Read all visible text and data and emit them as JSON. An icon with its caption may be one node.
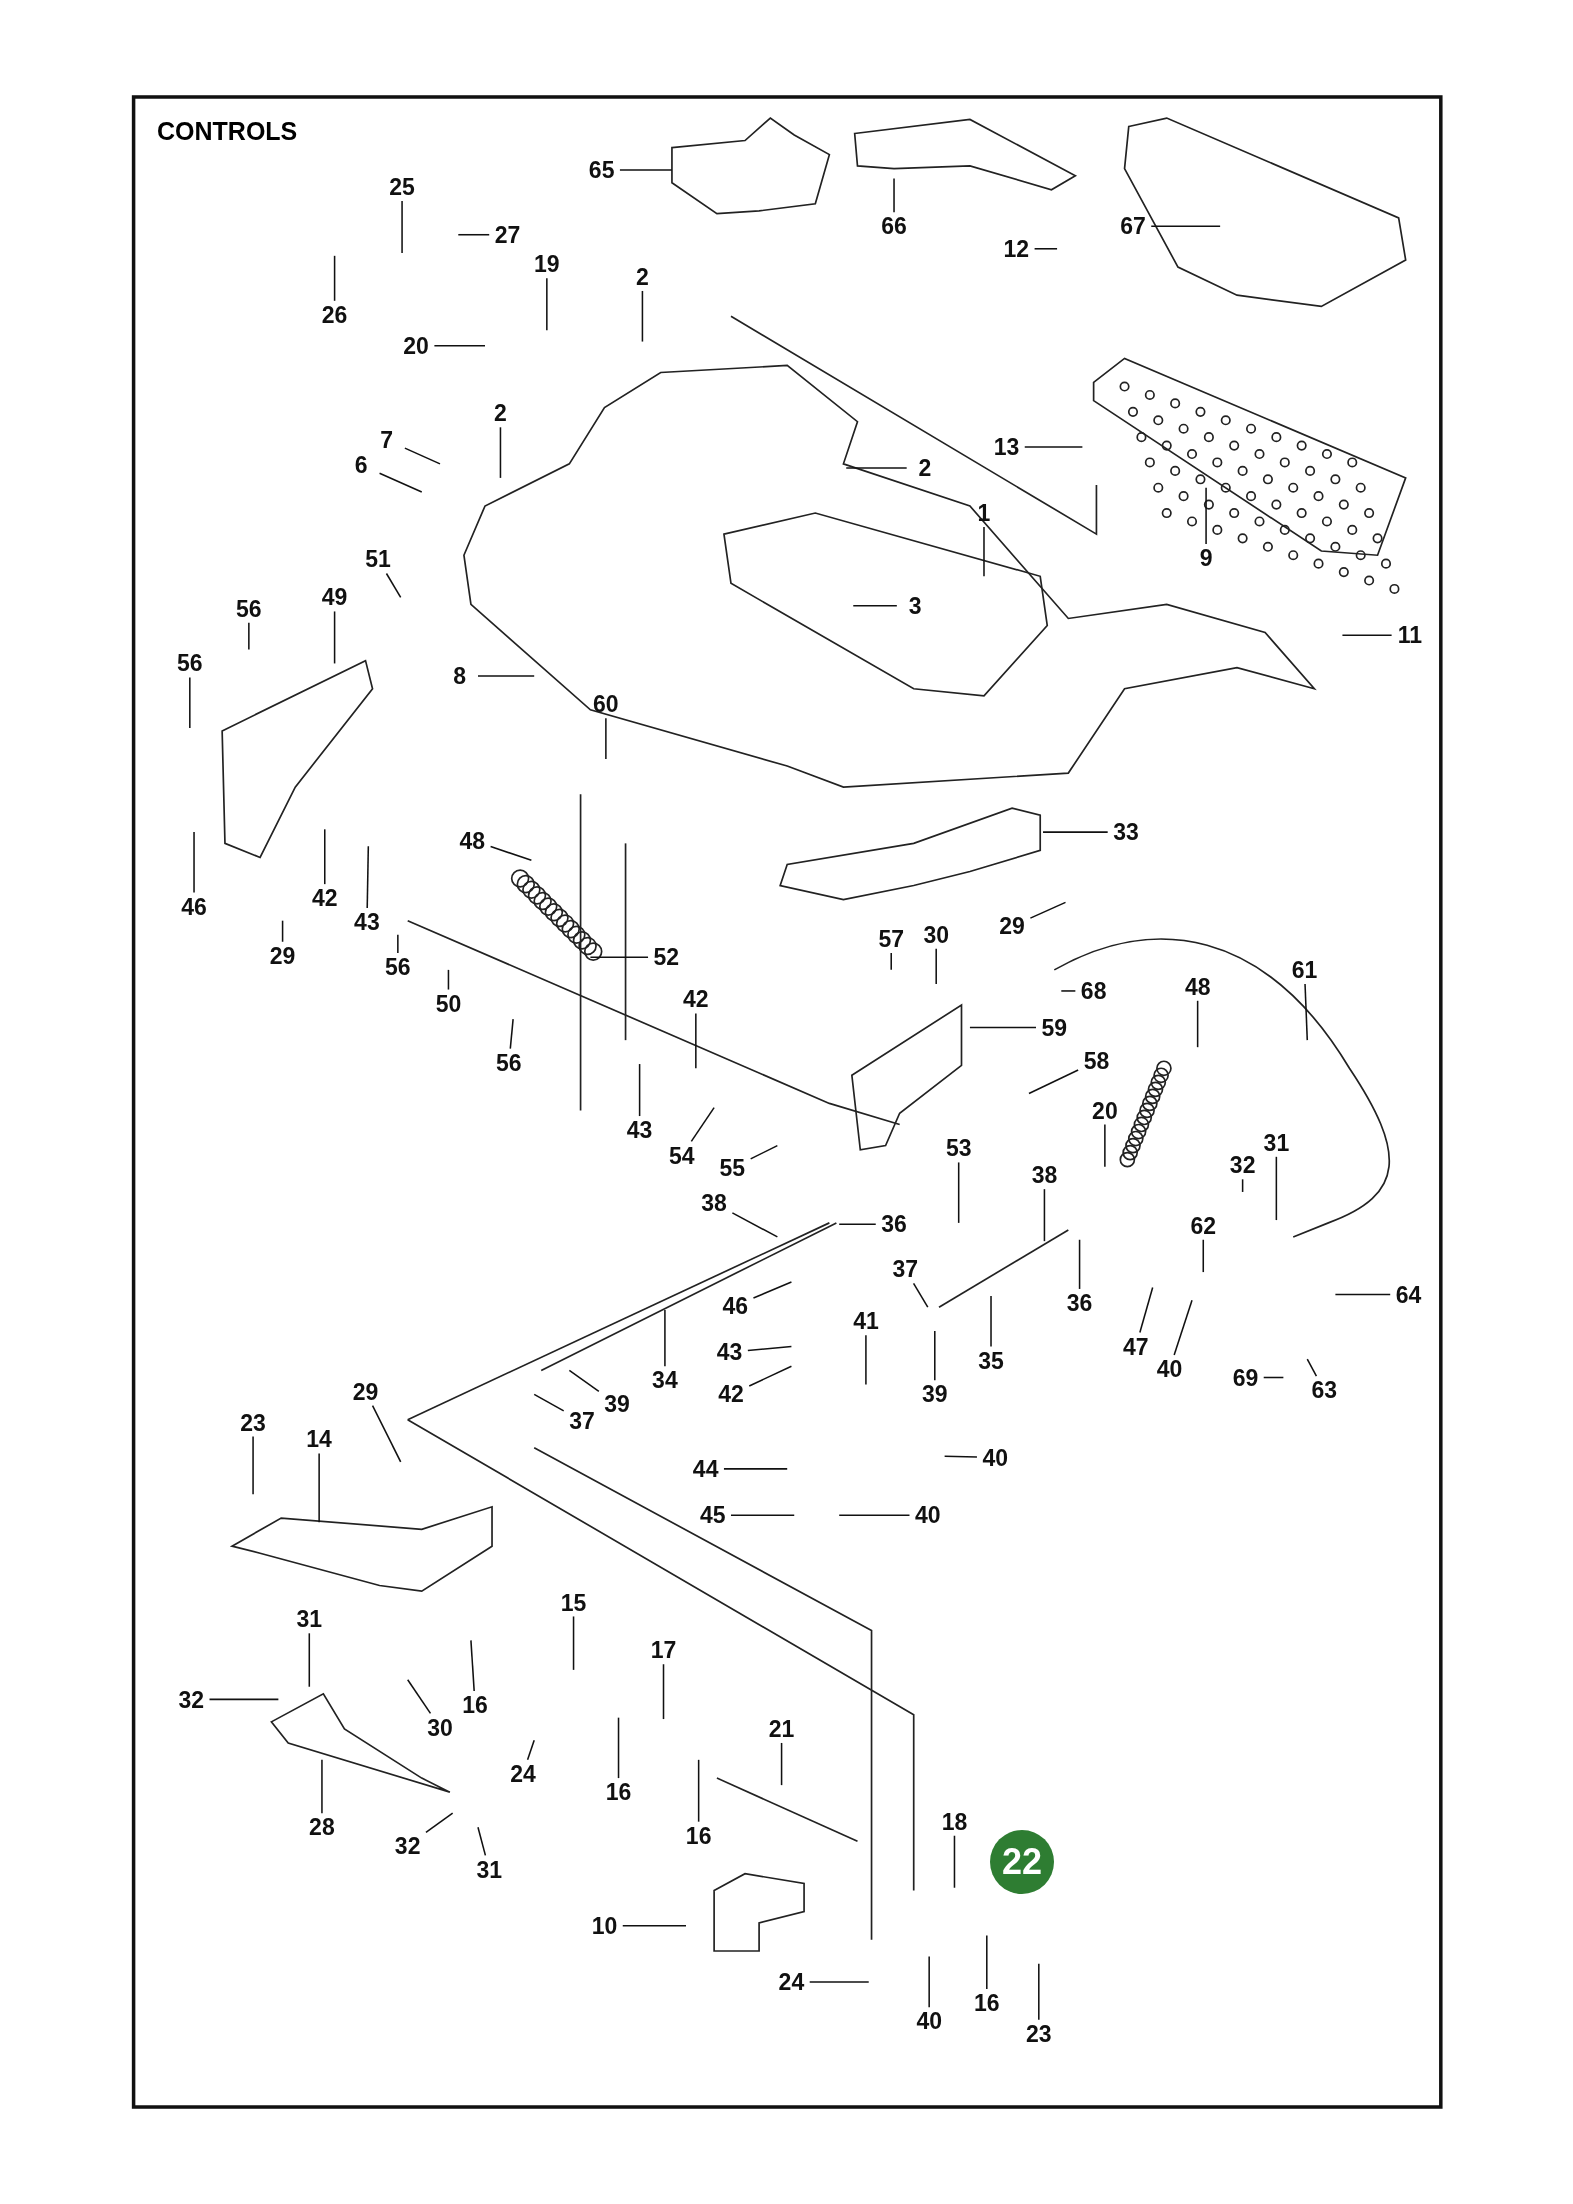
{
  "diagram": {
    "title": "CONTROLS",
    "nodes": [
      {
        "text": [
          "65"
        ]
      },
      {
        "text": [
          "66"
        ]
      },
      {
        "text": [
          "67"
        ]
      },
      {
        "text": [
          "12"
        ]
      },
      {
        "text": [
          "25"
        ]
      },
      {
        "text": [
          "27"
        ]
      },
      {
        "text": [
          "19"
        ]
      },
      {
        "text": [
          "26"
        ]
      },
      {
        "text": [
          "2"
        ]
      },
      {
        "text": [
          "20"
        ]
      },
      {
        "text": [
          "2"
        ]
      },
      {
        "text": [
          "7"
        ]
      },
      {
        "text": [
          "6"
        ]
      },
      {
        "text": [
          "13"
        ]
      },
      {
        "text": [
          "2"
        ]
      },
      {
        "text": [
          "9"
        ]
      },
      {
        "text": [
          "1"
        ]
      },
      {
        "text": [
          "3"
        ]
      },
      {
        "text": [
          "11"
        ]
      },
      {
        "text": [
          "51"
        ]
      },
      {
        "text": [
          "56"
        ]
      },
      {
        "text": [
          "49"
        ]
      },
      {
        "text": [
          "56"
        ]
      },
      {
        "text": [
          "8"
        ]
      },
      {
        "text": [
          "60"
        ]
      },
      {
        "text": [
          "33"
        ]
      },
      {
        "text": [
          "46"
        ]
      },
      {
        "text": [
          "42"
        ]
      },
      {
        "text": [
          "43"
        ]
      },
      {
        "text": [
          "29"
        ]
      },
      {
        "text": [
          "56"
        ]
      },
      {
        "text": [
          "48"
        ]
      },
      {
        "text": [
          "50"
        ]
      },
      {
        "text": [
          "52"
        ]
      },
      {
        "text": [
          "29"
        ]
      },
      {
        "text": [
          "57"
        ]
      },
      {
        "text": [
          "30"
        ]
      },
      {
        "text": [
          "68"
        ]
      },
      {
        "text": [
          "48"
        ]
      },
      {
        "text": [
          "61"
        ]
      },
      {
        "text": [
          "59"
        ]
      },
      {
        "text": [
          "58"
        ]
      },
      {
        "text": [
          "56"
        ]
      },
      {
        "text": [
          "42"
        ]
      },
      {
        "text": [
          "43"
        ]
      },
      {
        "text": [
          "54"
        ]
      },
      {
        "text": [
          "55"
        ]
      },
      {
        "text": [
          "53"
        ]
      },
      {
        "text": [
          "20"
        ]
      },
      {
        "text": [
          "38"
        ]
      },
      {
        "text": [
          "36"
        ]
      },
      {
        "text": [
          "32"
        ]
      },
      {
        "text": [
          "31"
        ]
      },
      {
        "text": [
          "38"
        ]
      },
      {
        "text": [
          "62"
        ]
      },
      {
        "text": [
          "37"
        ]
      },
      {
        "text": [
          "46"
        ]
      },
      {
        "text": [
          "41"
        ]
      },
      {
        "text": [
          "36"
        ]
      },
      {
        "text": [
          "35"
        ]
      },
      {
        "text": [
          "47"
        ]
      },
      {
        "text": [
          "40"
        ]
      },
      {
        "text": [
          "64"
        ]
      },
      {
        "text": [
          "43"
        ]
      },
      {
        "text": [
          "39"
        ]
      },
      {
        "text": [
          "34"
        ]
      },
      {
        "text": [
          "69"
        ]
      },
      {
        "text": [
          "63"
        ]
      },
      {
        "text": [
          "42"
        ]
      },
      {
        "text": [
          "39"
        ]
      },
      {
        "text": [
          "37"
        ]
      },
      {
        "text": [
          "40"
        ]
      },
      {
        "text": [
          "29"
        ]
      },
      {
        "text": [
          "23"
        ]
      },
      {
        "text": [
          "14"
        ]
      },
      {
        "text": [
          "44"
        ]
      },
      {
        "text": [
          "40"
        ]
      },
      {
        "text": [
          "45"
        ]
      },
      {
        "text": [
          "15"
        ]
      },
      {
        "text": [
          "31"
        ]
      },
      {
        "text": [
          "17"
        ]
      },
      {
        "text": [
          "16"
        ]
      },
      {
        "text": [
          "32"
        ]
      },
      {
        "text": [
          "30"
        ]
      },
      {
        "text": [
          "21"
        ]
      },
      {
        "text": [
          "24"
        ]
      },
      {
        "text": [
          "16"
        ]
      },
      {
        "text": [
          "28"
        ]
      },
      {
        "text": [
          "16"
        ]
      },
      {
        "text": [
          "32"
        ]
      },
      {
        "text": [
          "31"
        ]
      },
      {
        "text": [
          "18"
        ]
      },
      {
        "text": [
          "10"
        ]
      },
      {
        "text": [
          "24"
        ]
      },
      {
        "text": [
          "40"
        ]
      },
      {
        "text": [
          "16"
        ]
      },
      {
        "text": [
          "23"
        ]
      }
    ],
    "edges": [
      {
        "from": 0,
        "to": null,
        "arrow": "none"
      },
      {
        "from": 1,
        "to": null,
        "arrow": "none"
      },
      {
        "from": 2,
        "to": null,
        "arrow": "none"
      },
      {
        "from": 3,
        "to": null,
        "arrow": "none"
      },
      {
        "from": 4,
        "to": null,
        "arrow": "none"
      },
      {
        "from": 5,
        "to": null,
        "arrow": "none"
      },
      {
        "from": 6,
        "to": null,
        "arrow": "none"
      },
      {
        "from": 7,
        "to": null,
        "arrow": "none"
      },
      {
        "from": 8,
        "to": null,
        "arrow": "none"
      },
      {
        "from": 9,
        "to": null,
        "arrow": "none"
      },
      {
        "from": 10,
        "to": null,
        "arrow": "none"
      },
      {
        "from": 11,
        "to": null,
        "arrow": "none"
      },
      {
        "from": 12,
        "to": null,
        "arrow": "none"
      },
      {
        "from": 13,
        "to": null,
        "arrow": "none"
      },
      {
        "from": 14,
        "to": null,
        "arrow": "none"
      },
      {
        "from": 15,
        "to": null,
        "arrow": "none"
      },
      {
        "from": 16,
        "to": null,
        "arrow": "none"
      },
      {
        "from": 17,
        "to": null,
        "arrow": "none"
      },
      {
        "from": 18,
        "to": null,
        "arrow": "none"
      },
      {
        "from": 19,
        "to": null,
        "arrow": "none"
      },
      {
        "from": 20,
        "to": null,
        "arrow": "none"
      },
      {
        "from": 21,
        "to": null,
        "arrow": "none"
      },
      {
        "from": 22,
        "to": null,
        "arrow": "none"
      },
      {
        "from": 23,
        "to": null,
        "arrow": "none"
      },
      {
        "from": 24,
        "to": null,
        "arrow": "none"
      },
      {
        "from": 25,
        "to": null,
        "arrow": "none"
      },
      {
        "from": 26,
        "to": null,
        "arrow": "none"
      },
      {
        "from": 27,
        "to": null,
        "arrow": "none"
      },
      {
        "from": 28,
        "to": null,
        "arrow": "none"
      },
      {
        "from": 29,
        "to": null,
        "arrow": "none"
      },
      {
        "from": 30,
        "to": null,
        "arrow": "none"
      },
      {
        "from": 31,
        "to": null,
        "arrow": "none"
      },
      {
        "from": 32,
        "to": null,
        "arrow": "none"
      },
      {
        "from": 33,
        "to": null,
        "arrow": "none"
      },
      {
        "from": 34,
        "to": null,
        "arrow": "none"
      },
      {
        "from": 35,
        "to": null,
        "arrow": "none"
      },
      {
        "from": 36,
        "to": null,
        "arrow": "none"
      },
      {
        "from": 37,
        "to": null,
        "arrow": "none"
      },
      {
        "from": 38,
        "to": null,
        "arrow": "none"
      },
      {
        "from": 39,
        "to": null,
        "arrow": "none"
      },
      {
        "from": 40,
        "to": null,
        "arrow": "none"
      },
      {
        "from": 41,
        "to": null,
        "arrow": "none"
      },
      {
        "from": 42,
        "to": null,
        "arrow": "none"
      },
      {
        "from": 43,
        "to": null,
        "arrow": "none"
      },
      {
        "from": 44,
        "to": null,
        "arrow": "none"
      },
      {
        "from": 45,
        "to": null,
        "arrow": "none"
      },
      {
        "from": 46,
        "to": null,
        "arrow": "none"
      },
      {
        "from": 47,
        "to": null,
        "arrow": "none"
      },
      {
        "from": 48,
        "to": null,
        "arrow": "none"
      },
      {
        "from": 49,
        "to": null,
        "arrow": "none"
      },
      {
        "from": 50,
        "to": null,
        "arrow": "none"
      },
      {
        "from": 51,
        "to": null,
        "arrow": "none"
      },
      {
        "from": 52,
        "to": null,
        "arrow": "none"
      },
      {
        "from": 53,
        "to": null,
        "arrow": "none"
      },
      {
        "from": 54,
        "to": null,
        "arrow": "none"
      },
      {
        "from": 55,
        "to": null,
        "arrow": "none"
      },
      {
        "from": 56,
        "to": null,
        "arrow": "none"
      },
      {
        "from": 57,
        "to": null,
        "arrow": "none"
      },
      {
        "from": 58,
        "to": null,
        "arrow": "none"
      },
      {
        "from": 59,
        "to": null,
        "arrow": "none"
      },
      {
        "from": 60,
        "to": null,
        "arrow": "none"
      },
      {
        "from": 61,
        "to": null,
        "arrow": "none"
      },
      {
        "from": 62,
        "to": null,
        "arrow": "none"
      },
      {
        "from": 63,
        "to": null,
        "arrow": "none"
      },
      {
        "from": 64,
        "to": null,
        "arrow": "none"
      },
      {
        "from": 65,
        "to": null,
        "arrow": "none"
      },
      {
        "from": 66,
        "to": null,
        "arrow": "none"
      },
      {
        "from": 67,
        "to": null,
        "arrow": "none"
      },
      {
        "from": 68,
        "to": null,
        "arrow": "none"
      },
      {
        "from": 69,
        "to": null,
        "arrow": "none"
      },
      {
        "from": 70,
        "to": null,
        "arrow": "none"
      },
      {
        "from": 71,
        "to": null,
        "arrow": "none"
      },
      {
        "from": 72,
        "to": null,
        "arrow": "none"
      },
      {
        "from": 73,
        "to": null,
        "arrow": "none"
      },
      {
        "from": 74,
        "to": null,
        "arrow": "none"
      },
      {
        "from": 75,
        "to": null,
        "arrow": "none"
      },
      {
        "from": 76,
        "to": null,
        "arrow": "none"
      },
      {
        "from": 77,
        "to": null,
        "arrow": "none"
      },
      {
        "from": 78,
        "to": null,
        "arrow": "none"
      },
      {
        "from": 79,
        "to": null,
        "arrow": "none"
      },
      {
        "from": 80,
        "to": null,
        "arrow": "none"
      },
      {
        "from": 81,
        "to": null,
        "arrow": "none"
      },
      {
        "from": 82,
        "to": null,
        "arrow": "none"
      },
      {
        "from": 83,
        "to": null,
        "arrow": "none"
      },
      {
        "from": 84,
        "to": null,
        "arrow": "none"
      },
      {
        "from": 85,
        "to": null,
        "arrow": "none"
      },
      {
        "from": 86,
        "to": null,
        "arrow": "none"
      },
      {
        "from": 87,
        "to": null,
        "arrow": "none"
      },
      {
        "from": 88,
        "to": null,
        "arrow": "none"
      },
      {
        "from": 89,
        "to": null,
        "arrow": "none"
      },
      {
        "from": 90,
        "to": null,
        "arrow": "none"
      },
      {
        "from": 91,
        "to": null,
        "arrow": "none"
      },
      {
        "from": 92,
        "to": null,
        "arrow": "none"
      },
      {
        "from": 93,
        "to": null,
        "arrow": "none"
      },
      {
        "from": 94,
        "to": null,
        "arrow": "none"
      },
      {
        "from": 95,
        "to": null,
        "arrow": "none"
      },
      {
        "from": 96,
        "to": null,
        "arrow": "none"
      }
    ],
    "labels": [
      "22"
    ]
  }
}
